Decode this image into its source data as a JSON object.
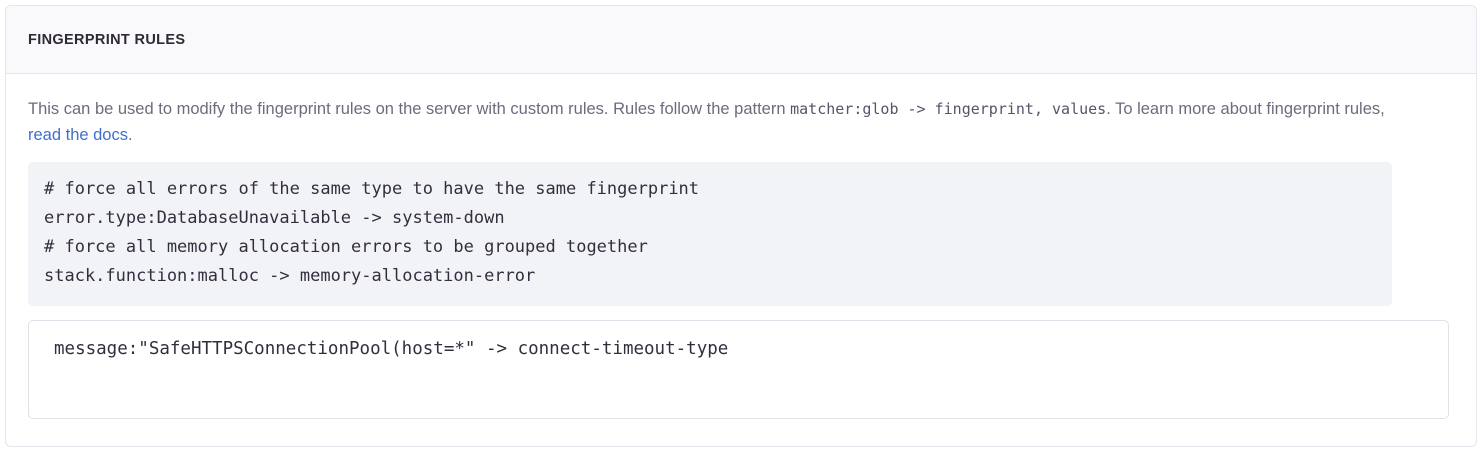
{
  "panel": {
    "title": "FINGERPRINT RULES"
  },
  "description": {
    "before_code": "This can be used to modify the fingerprint rules on the server with custom rules. Rules follow the pattern ",
    "code": "matcher:glob -> fingerprint, values",
    "after_code": ". To learn more about fingerprint rules, ",
    "link_text": "read the docs",
    "trailing": "."
  },
  "example_code": {
    "lines": [
      "# force all errors of the same type to have the same fingerprint",
      "error.type:DatabaseUnavailable -> system-down",
      "# force all memory allocation errors to be grouped together",
      "stack.function:malloc -> memory-allocation-error"
    ],
    "text": "# force all errors of the same type to have the same fingerprint\nerror.type:DatabaseUnavailable -> system-down\n# force all memory allocation errors to be grouped together\nstack.function:malloc -> memory-allocation-error"
  },
  "rules_input": {
    "value": "message:\"SafeHTTPSConnectionPool(host=*\" -> connect-timeout-type",
    "placeholder": ""
  },
  "colors": {
    "link": "#3e6fd1",
    "title": "#2f2936",
    "body_text": "#6d6b7d",
    "code_bg": "#f2f3f7",
    "header_bg": "#f9f9fb",
    "border": "#e6e4ec"
  }
}
